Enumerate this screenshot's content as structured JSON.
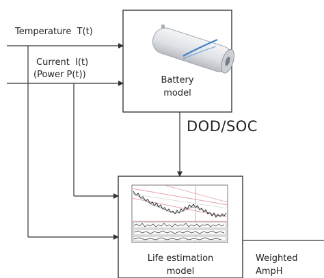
{
  "inputs": {
    "temperature": "Temperature  T(t)",
    "current": "Current  I(t)",
    "power": "(Power P(t))"
  },
  "battery_model": {
    "line1": "Battery",
    "line2": "model"
  },
  "link_label": "DOD/SOC",
  "life_model": {
    "line1": "Life estimation",
    "line2": "model"
  },
  "output": {
    "line1": "Weighted",
    "line2": "AmpH"
  },
  "icons": {
    "battery": "battery-cell-image",
    "chart": "stock-chart-thumbnail"
  }
}
